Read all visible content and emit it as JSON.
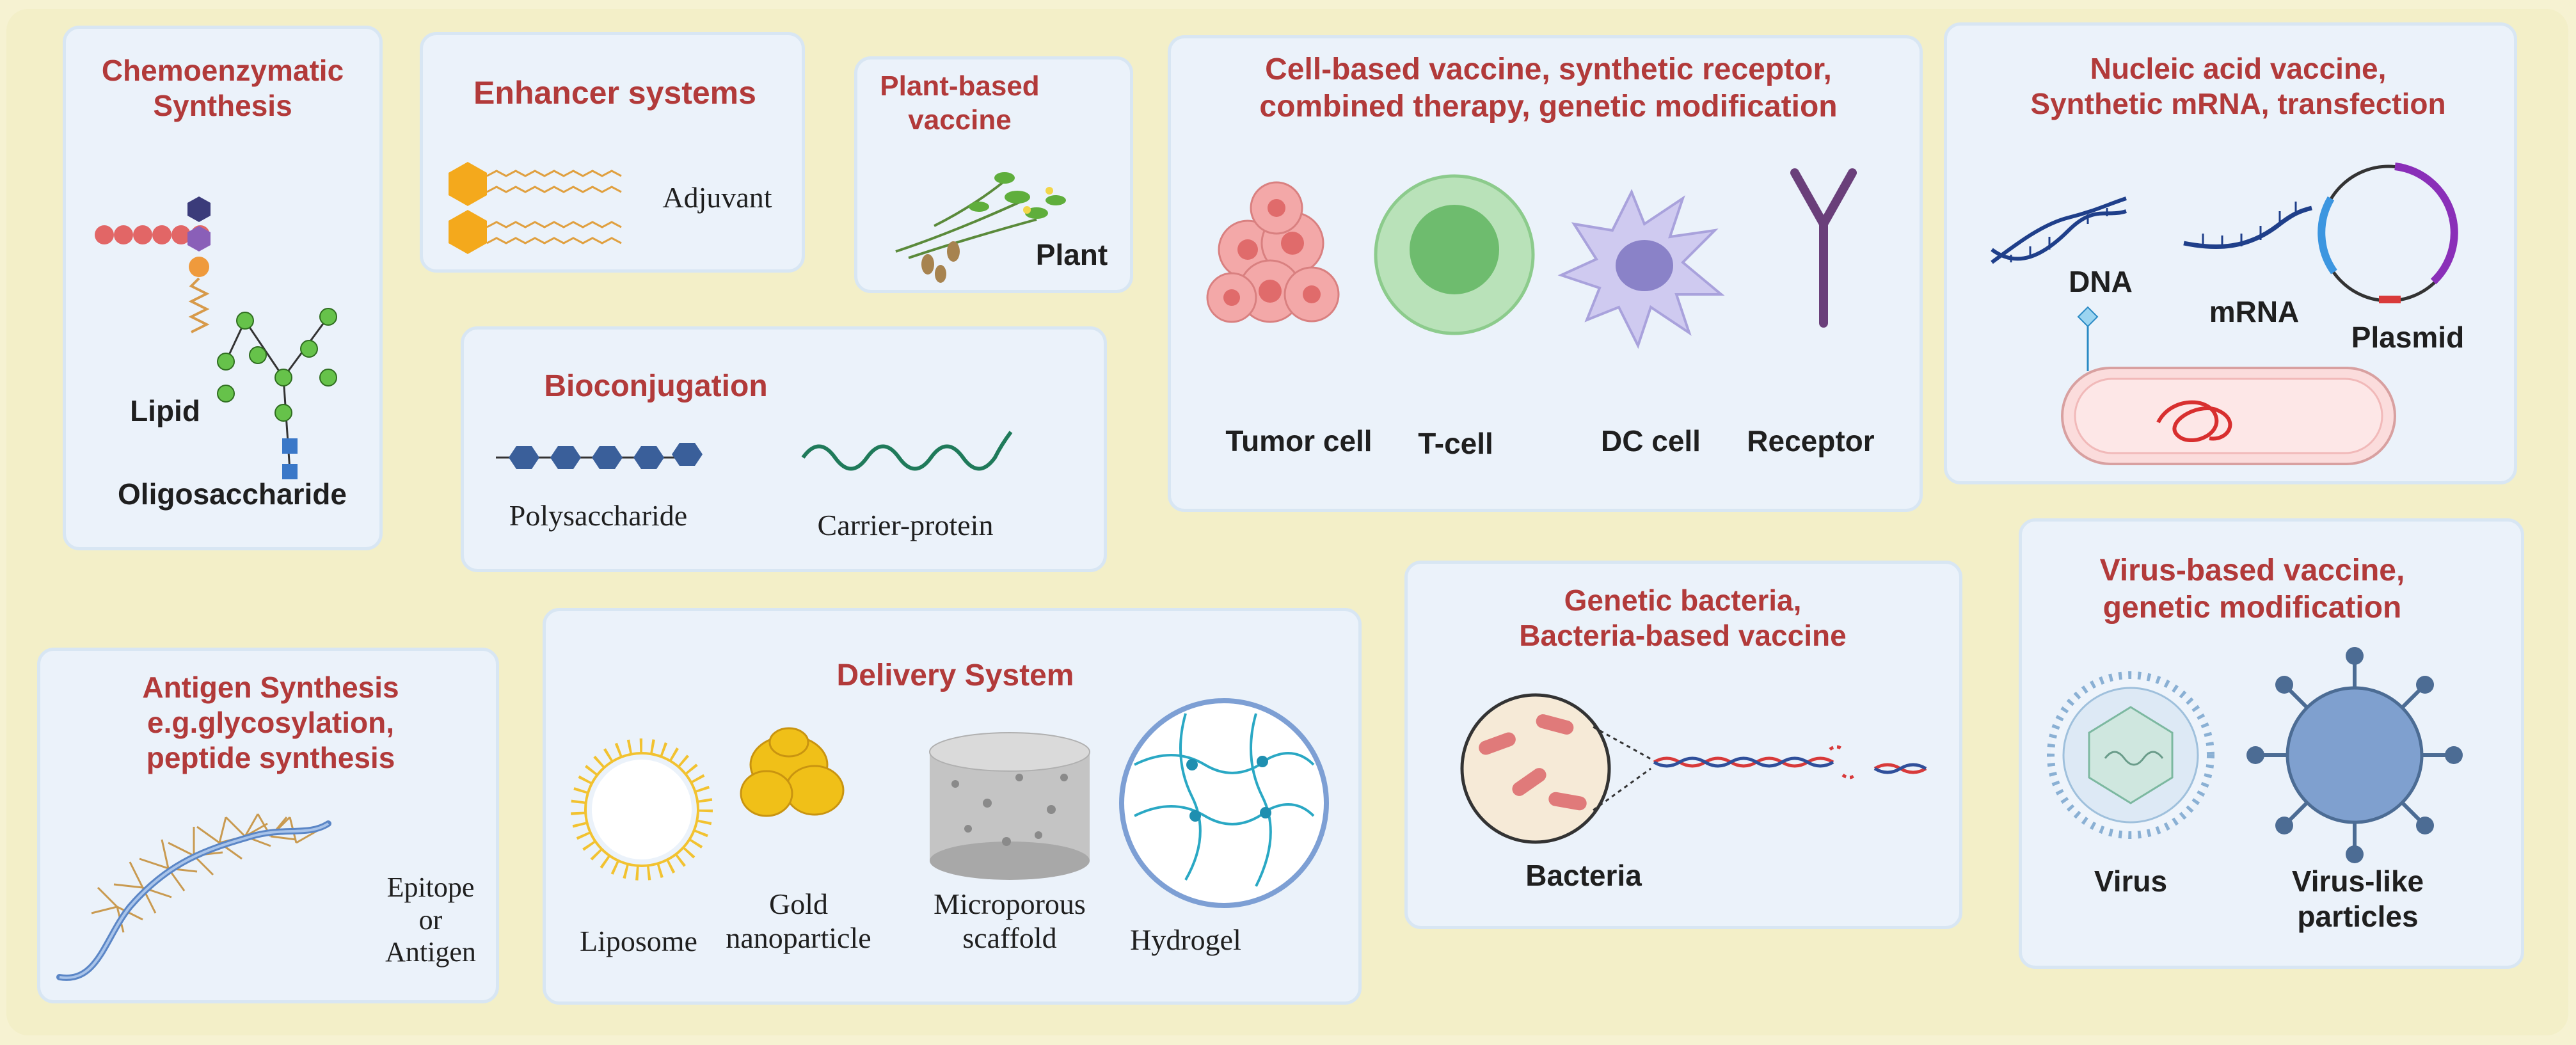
{
  "panels": {
    "chemo": {
      "title": "Chemoenzymatic Synthesis",
      "labels": {
        "lipid": "Lipid",
        "oligo": "Oligosaccharide"
      }
    },
    "enhancer": {
      "title": "Enhancer systems",
      "labels": {
        "adjuvant": "Adjuvant"
      }
    },
    "plant": {
      "title": "Plant-based vaccine",
      "labels": {
        "plant": "Plant"
      }
    },
    "cell": {
      "title": "Cell-based vaccine, synthetic receptor, combined therapy, genetic modification",
      "labels": {
        "tumor": "Tumor cell",
        "tcell": "T-cell",
        "dc": "DC cell",
        "receptor": "Receptor"
      }
    },
    "nucleic": {
      "title": "Nucleic acid vaccine, Synthetic mRNA, transfection",
      "labels": {
        "dna": "DNA",
        "mrna": "mRNA",
        "plasmid": "Plasmid"
      }
    },
    "bioconj": {
      "title": "Bioconjugation",
      "labels": {
        "polysaccharide": "Polysaccharide",
        "carrier": "Carrier-protein"
      }
    },
    "antigen": {
      "title": "Antigen Synthesis e.g.glycosylation, peptide synthesis",
      "labels": {
        "epitope": "Epitope or Antigen"
      }
    },
    "delivery": {
      "title": "Delivery System",
      "labels": {
        "liposome": "Liposome",
        "gold": "Gold nanoparticle",
        "scaffold": "Microporous scaffold",
        "hydrogel": "Hydrogel"
      }
    },
    "bacteria": {
      "title": "Genetic bacteria, Bacteria-based vaccine",
      "labels": {
        "bacteria": "Bacteria"
      }
    },
    "virus": {
      "title": "Virus-based vaccine, genetic modification",
      "labels": {
        "virus": "Virus",
        "vlp": "Virus-like particles"
      }
    }
  }
}
